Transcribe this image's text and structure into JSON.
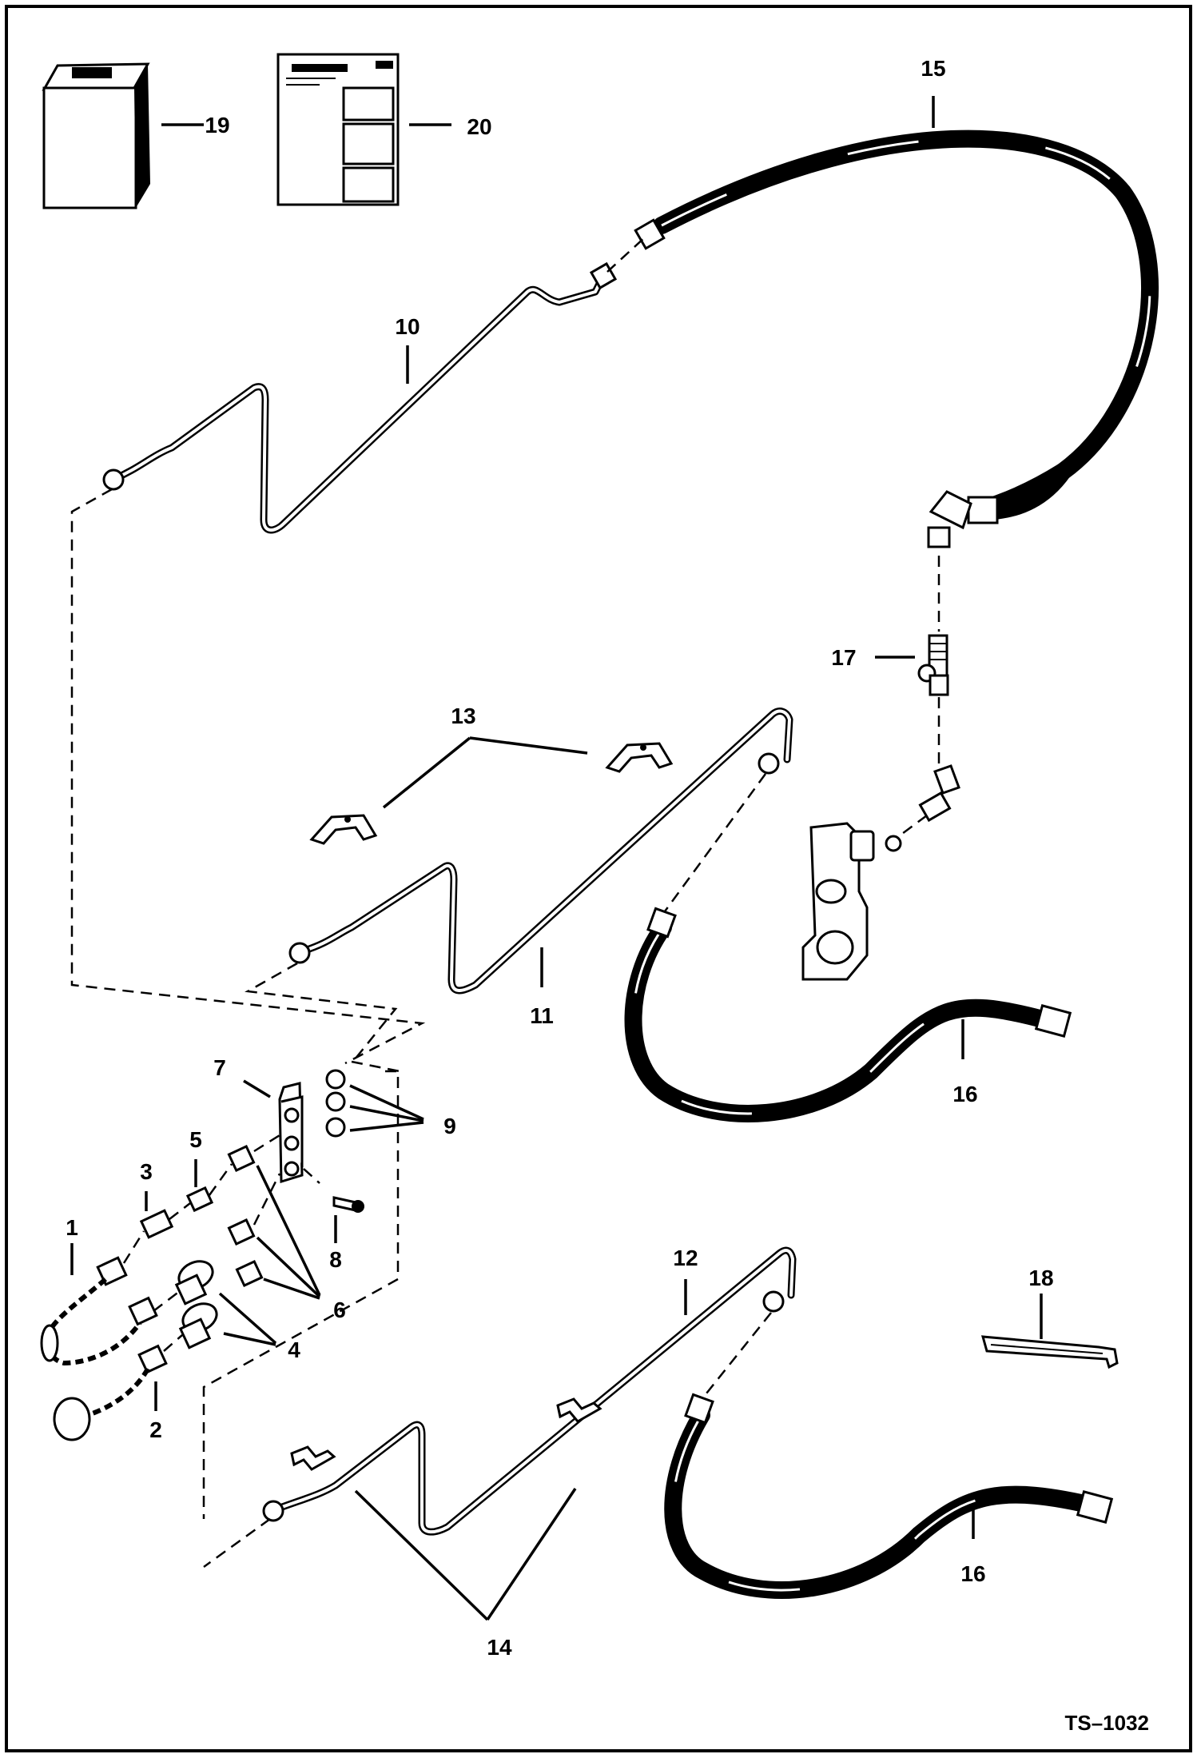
{
  "diagram": {
    "callouts": {
      "c1": "1",
      "c2": "2",
      "c3": "3",
      "c4": "4",
      "c5": "5",
      "c6": "6",
      "c7": "7",
      "c8": "8",
      "c9": "9",
      "c10": "10",
      "c11": "11",
      "c12": "12",
      "c13": "13",
      "c14": "14",
      "c15": "15",
      "c16a": "16",
      "c16b": "16",
      "c17": "17",
      "c18": "18",
      "c19": "19",
      "c20": "20"
    },
    "figure_ref": "TS–1032"
  },
  "colors": {
    "line": "#000000",
    "background": "#ffffff"
  }
}
